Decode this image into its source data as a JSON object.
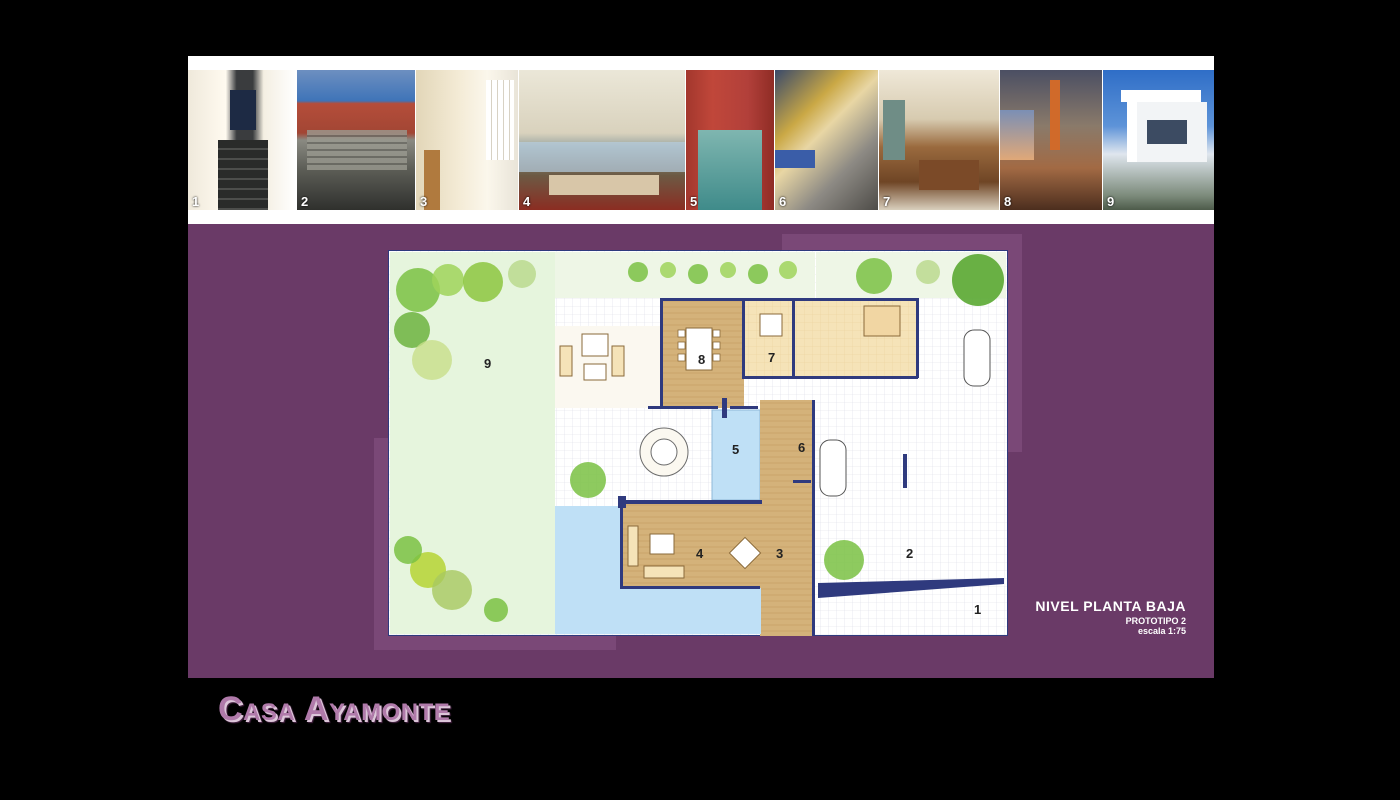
{
  "photos": [
    {
      "number": "1",
      "scene": "stairway"
    },
    {
      "number": "2",
      "scene": "garden-steps"
    },
    {
      "number": "3",
      "scene": "hallway"
    },
    {
      "number": "4",
      "scene": "living-room"
    },
    {
      "number": "5",
      "scene": "pool"
    },
    {
      "number": "6",
      "scene": "skylight-corridor"
    },
    {
      "number": "7",
      "scene": "kitchen"
    },
    {
      "number": "8",
      "scene": "dining-room"
    },
    {
      "number": "9",
      "scene": "facade"
    }
  ],
  "plan": {
    "rooms": [
      "1",
      "2",
      "3",
      "4",
      "5",
      "6",
      "7",
      "8",
      "9"
    ],
    "caption": {
      "title": "NIVEL PLANTA BAJA",
      "prototype": "PROTOTIPO 2",
      "scale": "escala 1:75"
    },
    "colors": {
      "board": "#6a3a67",
      "garden": "#e6f5dd",
      "interior": "#f5e3b8",
      "wood": "#d4b27a",
      "water": "#bfe0f6",
      "walls": "#2f3a7e"
    }
  },
  "project_title": "Casa Ayamonte"
}
